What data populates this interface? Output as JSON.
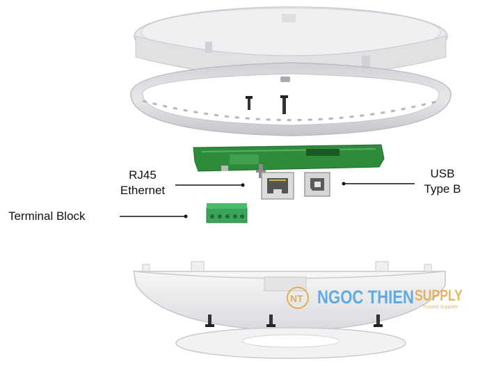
{
  "labels": {
    "rj45_line1": "RJ45",
    "rj45_line2": "Ethernet",
    "usb_line1": "USB",
    "usb_line2": "Type B",
    "terminal": "Terminal Block"
  },
  "watermark": {
    "logo_letters": "NT",
    "main": "NGOC THIEN",
    "supply": "SUPPLY",
    "tagline": "Trusted Supplier"
  },
  "colors": {
    "housing": "#e9eaec",
    "housing_shadow": "#c9cbce",
    "pcb_green": "#2e8b3a",
    "terminal_green": "#3aa55a",
    "watermark_blue": "#4b9fe0",
    "watermark_orange": "#e3a33a"
  }
}
